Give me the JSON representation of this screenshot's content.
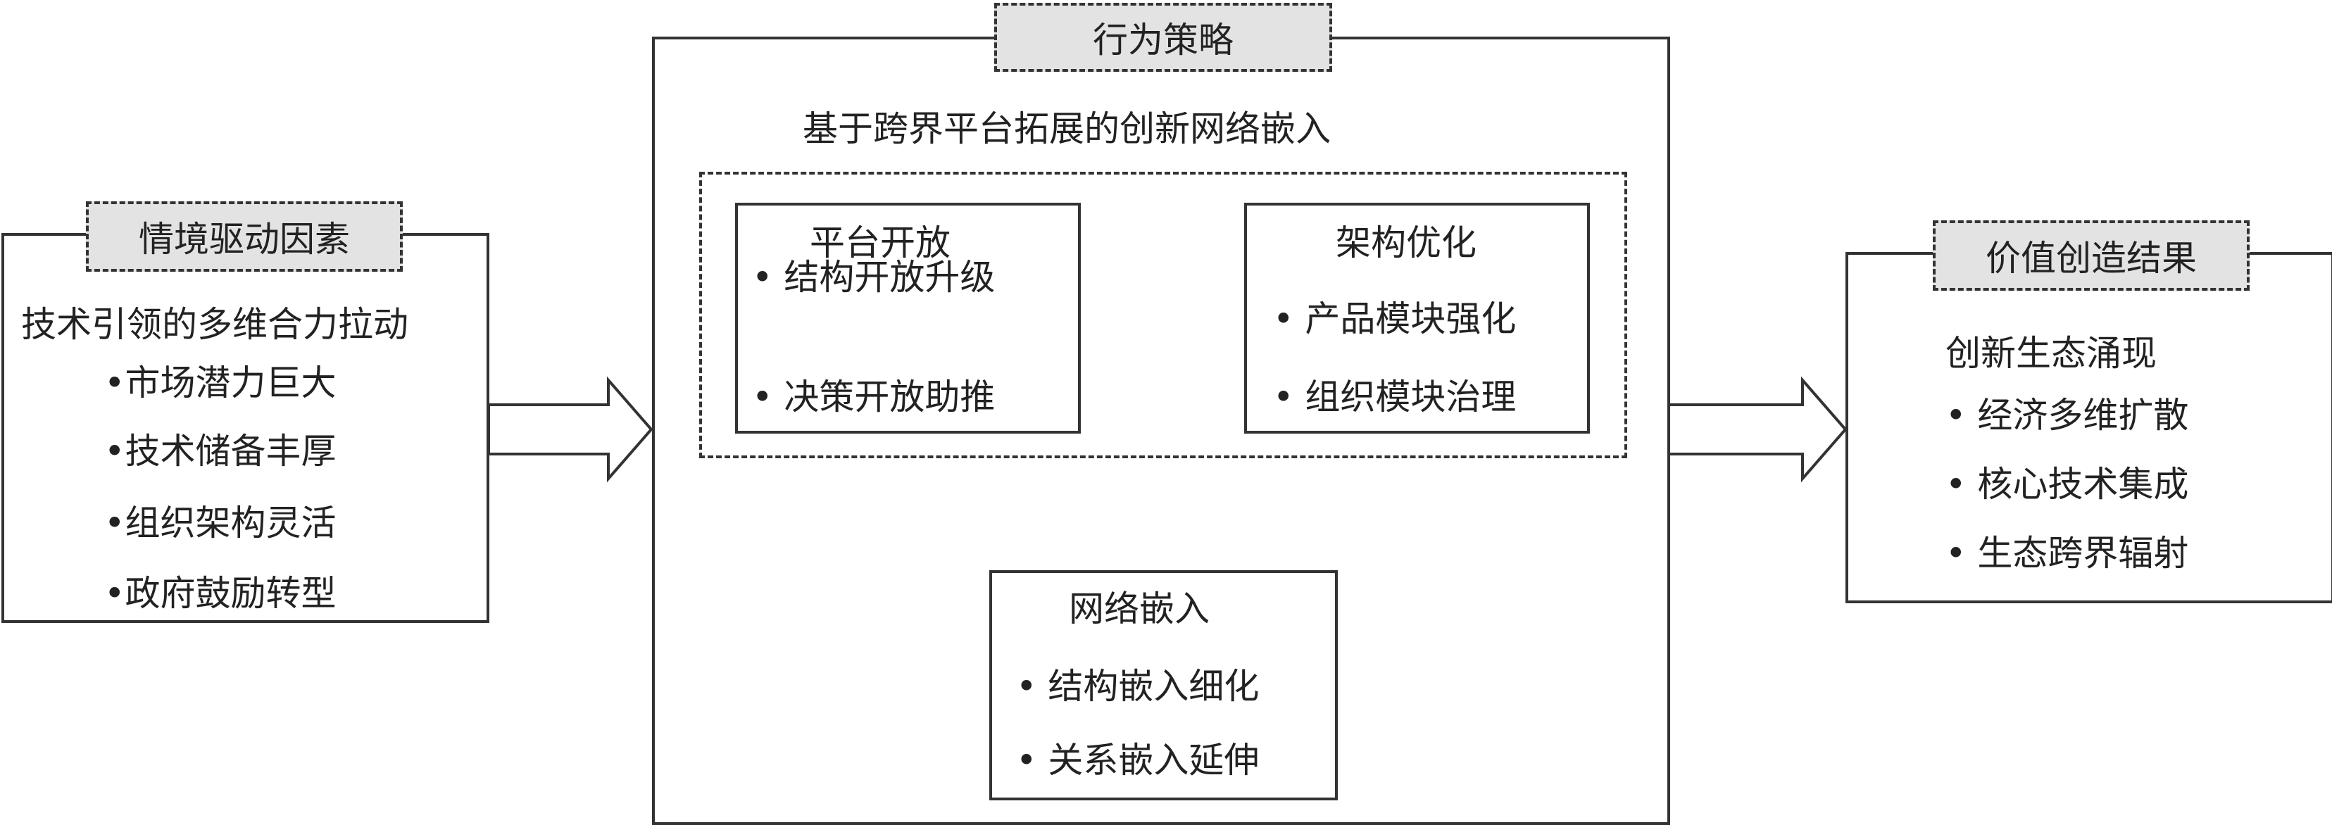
{
  "left_panel": {
    "tag": "情境驱动因素",
    "heading": "技术引领的多维合力拉动",
    "items": [
      "•市场潜力巨大",
      "•技术储备丰厚",
      "•组织架构灵活",
      "•政府鼓励转型"
    ]
  },
  "center_panel": {
    "tag": "行为策略",
    "title": "基于跨界平台拓展的创新网络嵌入",
    "platform_open": {
      "title": "平台开放",
      "items": [
        "• 结构开放升级",
        "• 决策开放助推"
      ]
    },
    "architecture_opt": {
      "title": "架构优化",
      "items": [
        "• 产品模块强化",
        "• 组织模块治理"
      ]
    },
    "network_embed": {
      "title": "网络嵌入",
      "items": [
        "• 结构嵌入细化",
        "• 关系嵌入延伸"
      ]
    }
  },
  "right_panel": {
    "tag": "价值创造结果",
    "heading": "创新生态涌现",
    "items": [
      "• 经济多维扩散",
      "• 核心技术集成",
      "• 生态跨界辐射"
    ]
  },
  "colors": {
    "stroke": "#333333",
    "tag_fill": "#e3e3e3",
    "text": "#222222"
  }
}
